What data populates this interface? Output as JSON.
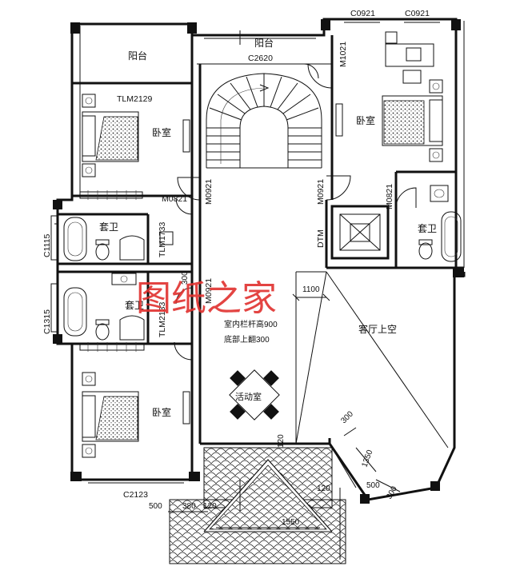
{
  "rooms": {
    "balcony_left": "阳台",
    "balcony_center": "阳台",
    "bedroom_top_left": "卧室",
    "bedroom_top_right": "卧室",
    "bathroom_top_left": "套卫",
    "bathroom_right": "套卫",
    "bathroom_middle_left": "套卫",
    "bedroom_bottom_left": "卧室",
    "living_void": "客厅上空",
    "activity_room": "活动室"
  },
  "codes": {
    "c0921_a": "C0921",
    "c0921_b": "C0921",
    "m1021": "M1021",
    "c2620": "C2620",
    "tlm2129": "TLM2129",
    "m0921_stair_left": "M0921",
    "m0921_stair_right": "M0921",
    "m0821_left": "M0821",
    "m0821_right": "M0821",
    "c1115": "C1115",
    "tlm1733": "TLM1733",
    "dtm": "DTM",
    "tlm2133": "TLM2133",
    "m0921_lower": "M0921",
    "c1315": "C1315",
    "c2123": "C2123"
  },
  "notes": {
    "railing": "室内栏杆高900",
    "sill": "底部上翻300"
  },
  "dims": {
    "d1100": "1100",
    "d300_mid": "300",
    "d300_left": "300",
    "d1350": "1350",
    "d500_right": "500",
    "d300_right": "300",
    "d120_a": "120",
    "d120_b": "120",
    "d500_left": "500",
    "d380": "380",
    "d120_c": "120",
    "d1550": "1550"
  },
  "watermark": "图纸之家",
  "colors": {
    "line": "#111111",
    "watermark": "#e0302e"
  }
}
